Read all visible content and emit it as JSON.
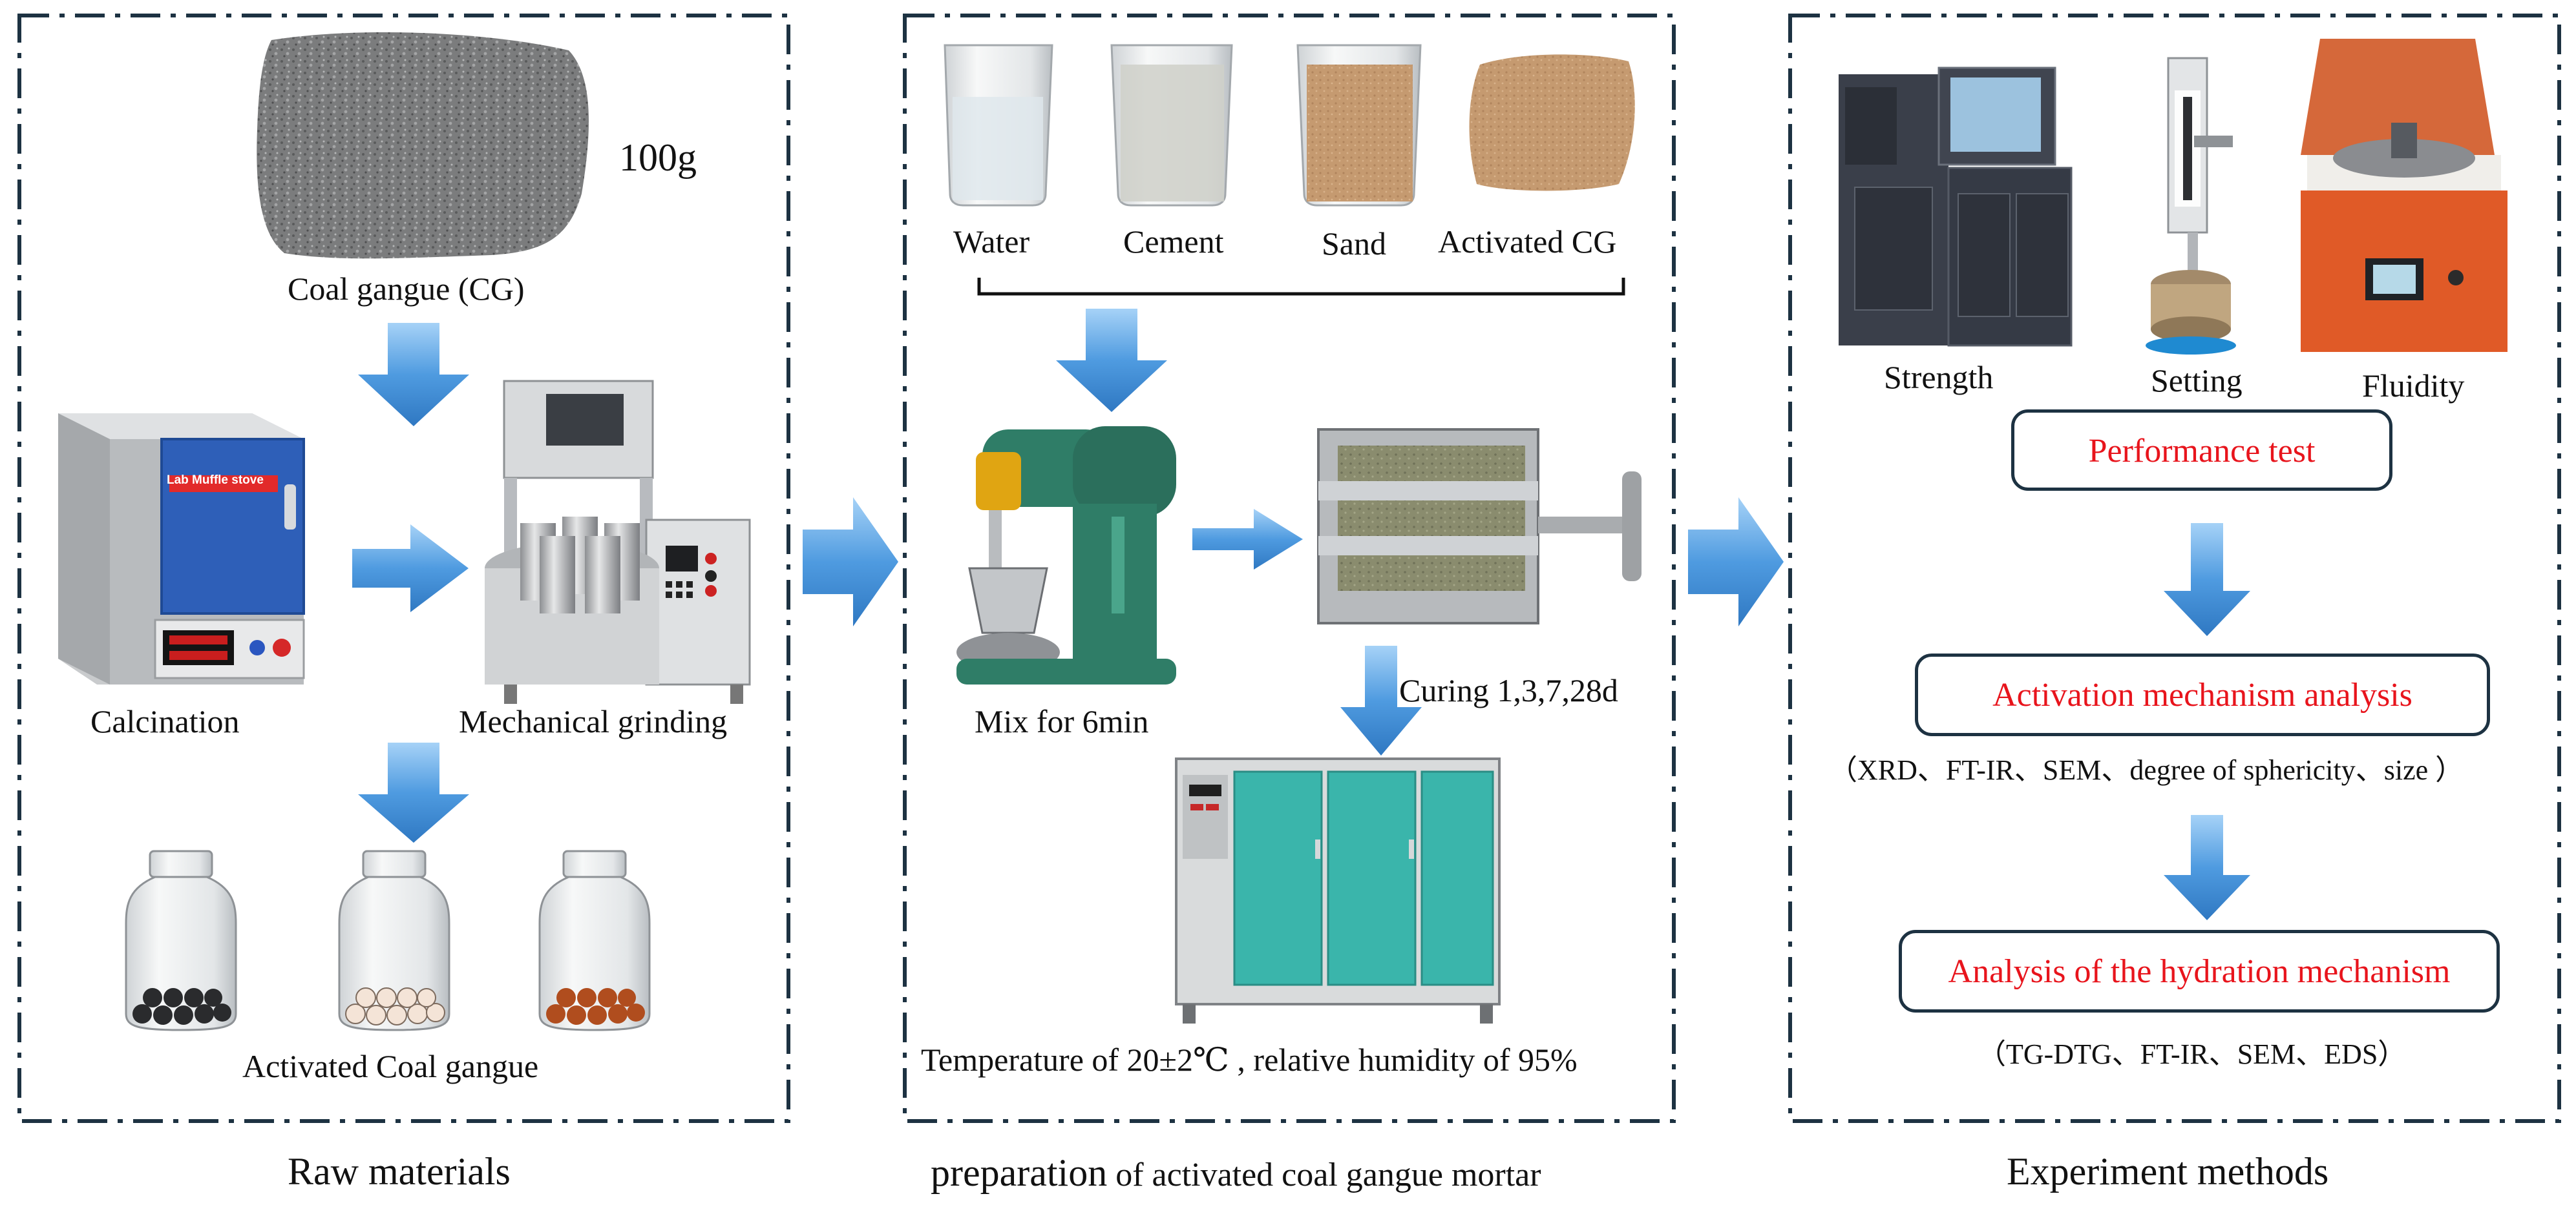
{
  "sections": {
    "raw": {
      "title": "Raw materials",
      "mass_label": "100g",
      "cg_label": "Coal gangue (CG)",
      "calcination": "Calcination",
      "grinding": "Mechanical grinding",
      "furnace_sign": "Lab Muffle stove",
      "activated": "Activated Coal gangue"
    },
    "prep": {
      "title_lead": "preparation",
      "title_rest": " of activated coal gangue mortar",
      "ingredients": [
        "Water",
        "Cement",
        "Sand",
        "Activated CG"
      ],
      "mix": "Mix for 6min",
      "curing": "Curing 1,3,7,28d",
      "conditions": "Temperature of 20±2℃ , relative humidity of 95%"
    },
    "exp": {
      "title": "Experiment methods",
      "equipment": [
        "Strength",
        "Setting",
        "Fluidity"
      ],
      "performance": "Performance test",
      "activation": "Activation mechanism analysis",
      "activation_methods": "（XRD、FT-IR、SEM、degree of sphericity、size ）",
      "hydration": "Analysis of the hydration mechanism",
      "hydration_methods": "（TG-DTG、FT-IR、SEM、EDS）"
    }
  },
  "colors": {
    "frame": "#1d3242",
    "arrow": "#4f9be0",
    "highlight_text": "#e8141c",
    "furnace_panel": "#2e5fb8",
    "curing_cabinet": "#3ab5ab"
  }
}
